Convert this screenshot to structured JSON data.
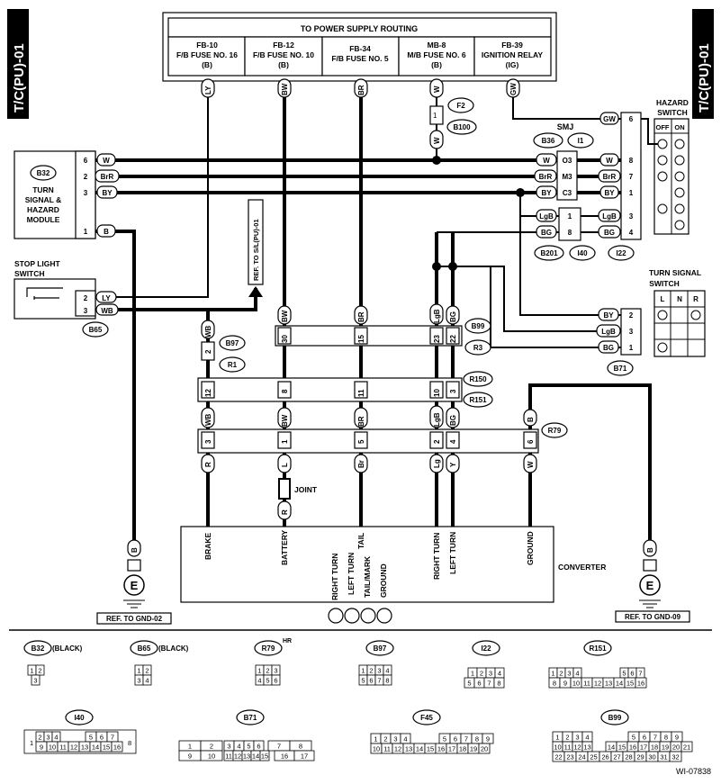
{
  "side_tab": "T/C(PU)-01",
  "power": {
    "title": "TO POWER SUPPLY ROUTING",
    "fuses": [
      {
        "name": "FB-10",
        "desc": "F/B FUSE NO. 16",
        "code": "(B)"
      },
      {
        "name": "FB-12",
        "desc": "F/B FUSE NO. 10",
        "code": "(B)"
      },
      {
        "name": "FB-34",
        "desc": "F/B FUSE NO. 5",
        "code": ""
      },
      {
        "name": "MB-8",
        "desc": "M/B FUSE NO. 6",
        "code": "(B)"
      },
      {
        "name": "FB-39",
        "desc": "IGNITION RELAY",
        "code": "(IG)"
      }
    ]
  },
  "wire_colors": {
    "top": [
      "LY",
      "BW",
      "BR",
      "W",
      "GW"
    ],
    "w_lower": "W",
    "module": [
      "W",
      "BrR",
      "BY",
      "B"
    ],
    "stop": [
      "LY",
      "WB"
    ],
    "smj_left": [
      "W",
      "BrR",
      "BY"
    ],
    "smj_right": [
      "W",
      "BrR",
      "BY",
      "LgB",
      "BG"
    ],
    "lgb_bg": [
      "LgB",
      "BG"
    ],
    "hazard_left": [
      "GW"
    ],
    "turn_left": [
      "BY",
      "LgB",
      "BG"
    ],
    "b99_top": [
      "WB",
      "BW",
      "BR",
      "LgB",
      "BG"
    ],
    "r79_top": [
      "WB",
      "BW",
      "BR",
      "LgB",
      "BG",
      "B"
    ],
    "r79_bot": [
      "R",
      "L",
      "Br",
      "Lg",
      "Y",
      "W"
    ],
    "joint_r": "R",
    "ground_b": [
      "B",
      "B"
    ]
  },
  "pins": {
    "module": [
      "6",
      "2",
      "3",
      "1"
    ],
    "stop": [
      "2",
      "3"
    ],
    "smj": [
      "O3",
      "M3",
      "C3"
    ],
    "hazard": [
      "6",
      "8",
      "7",
      "1",
      "3",
      "4"
    ],
    "mid_conn": [
      "1",
      "8"
    ],
    "turn": [
      "2",
      "3",
      "1"
    ],
    "b99": [
      "30",
      "15",
      "23",
      "22"
    ],
    "b97": "2",
    "r150": [
      "12",
      "8",
      "11",
      "10",
      "3"
    ],
    "r79": [
      "3",
      "1",
      "5",
      "2",
      "4",
      "6"
    ],
    "f2": "1"
  },
  "labels": {
    "f2": "F2",
    "b100": "B100",
    "b36": "B36",
    "i1": "I1",
    "smj": "SMJ",
    "b201": "B201",
    "i40": "I40",
    "i22": "I22",
    "b32": "B32",
    "module_name": [
      "TURN",
      "SIGNAL &",
      "HAZARD",
      "MODULE"
    ],
    "stop_name": [
      "STOP LIGHT",
      "SWITCH"
    ],
    "b65": "B65",
    "hazard_name": [
      "HAZARD",
      "SWITCH"
    ],
    "hazard_cols": [
      "OFF",
      "ON"
    ],
    "turn_name": [
      "TURN SIGNAL",
      "SWITCH"
    ],
    "turn_cols": [
      "L",
      "N",
      "R"
    ],
    "b71": "B71",
    "b99": "B99",
    "r3": "R3",
    "b97": "B97",
    "r1": "R1",
    "r150": "R150",
    "r151": "R151",
    "r79": "R79",
    "joint": "JOINT",
    "ref_sl": "REF. TO S/L(PU)-01",
    "converter": "CONVERTER",
    "conv_pins": [
      "BRAKE",
      "BATTERY",
      "TAIL",
      "RIGHT TURN",
      "LEFT TURN",
      "GROUND"
    ],
    "conv_bottom": [
      "RIGHT TURN",
      "LEFT TURN",
      "TAIL/MARK",
      "GROUND"
    ],
    "ground_e": "E",
    "ref_gnd2": "REF. TO GND-02",
    "ref_gnd9": "REF. TO GND-09"
  },
  "legend": {
    "b32": {
      "name": "B32",
      "color": "(BLACK)",
      "pins": [
        [
          "1",
          "2"
        ],
        [
          "3"
        ]
      ]
    },
    "b65": {
      "name": "B65",
      "color": "(BLACK)",
      "pins": [
        [
          "1",
          "2"
        ],
        [
          "3",
          "4"
        ]
      ]
    },
    "r79": {
      "name": "R79",
      "tag": "HR",
      "pins": [
        [
          "1",
          "2",
          "3"
        ],
        [
          "4",
          "5",
          "6"
        ]
      ]
    },
    "b97": {
      "name": "B97",
      "pins": [
        [
          "1",
          "2",
          "3",
          "4"
        ],
        [
          "5",
          "6",
          "7",
          "8"
        ]
      ]
    },
    "i22": {
      "name": "I22",
      "pins": [
        [
          "1",
          "2",
          "3",
          "4"
        ],
        [
          "5",
          "6",
          "7",
          "8"
        ]
      ]
    },
    "r151": {
      "name": "R151",
      "pins": [
        [
          "1",
          "2",
          "3",
          "4",
          "5",
          "6",
          "7"
        ],
        [
          "8",
          "9",
          "10",
          "11",
          "12",
          "13",
          "14",
          "15",
          "16"
        ]
      ]
    },
    "i40": {
      "name": "I40",
      "pins": [
        [
          "2",
          "3",
          "4",
          "5",
          "6",
          "7"
        ],
        [
          "9",
          "10",
          "11",
          "12",
          "13",
          "14",
          "15",
          "16"
        ]
      ],
      "side": [
        "1",
        "8"
      ]
    },
    "b71": {
      "name": "B71",
      "pins": [
        [
          "1",
          "2",
          "3",
          "4",
          "5",
          "6",
          "7",
          "8"
        ],
        [
          "9",
          "10",
          "11",
          "12",
          "13",
          "14",
          "15",
          "16",
          "17"
        ]
      ]
    },
    "f45": {
      "name": "F45",
      "pins": [
        [
          "1",
          "2",
          "3",
          "4",
          "5",
          "6",
          "7",
          "8",
          "9"
        ],
        [
          "10",
          "11",
          "12",
          "13",
          "14",
          "15",
          "16",
          "17",
          "18",
          "19",
          "20"
        ]
      ]
    },
    "b99": {
      "name": "B99",
      "pins": [
        [
          "1",
          "2",
          "3",
          "4",
          "5",
          "6",
          "7",
          "8",
          "9"
        ],
        [
          "10",
          "11",
          "12",
          "13",
          "14",
          "15",
          "16",
          "17",
          "18",
          "19",
          "20",
          "21"
        ],
        [
          "22",
          "23",
          "24",
          "25",
          "26",
          "27",
          "28",
          "29",
          "30",
          "31",
          "32"
        ]
      ]
    }
  },
  "footer_code": "WI-07838"
}
